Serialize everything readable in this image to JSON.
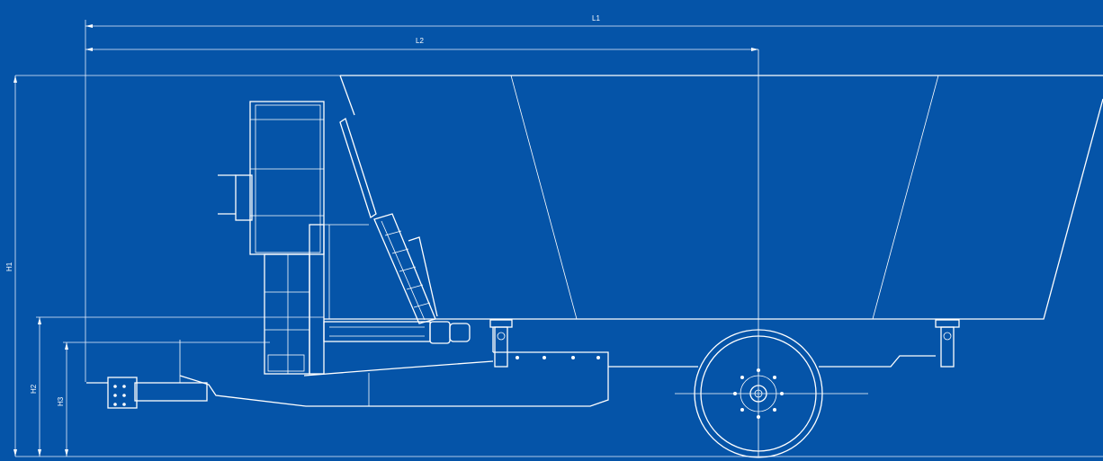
{
  "dimensions": {
    "L1": "L1",
    "L2": "L2",
    "H1": "H1",
    "H2": "H2",
    "H3": "H3"
  },
  "colors": {
    "background": "#0554a8",
    "line": "#ffffff"
  }
}
